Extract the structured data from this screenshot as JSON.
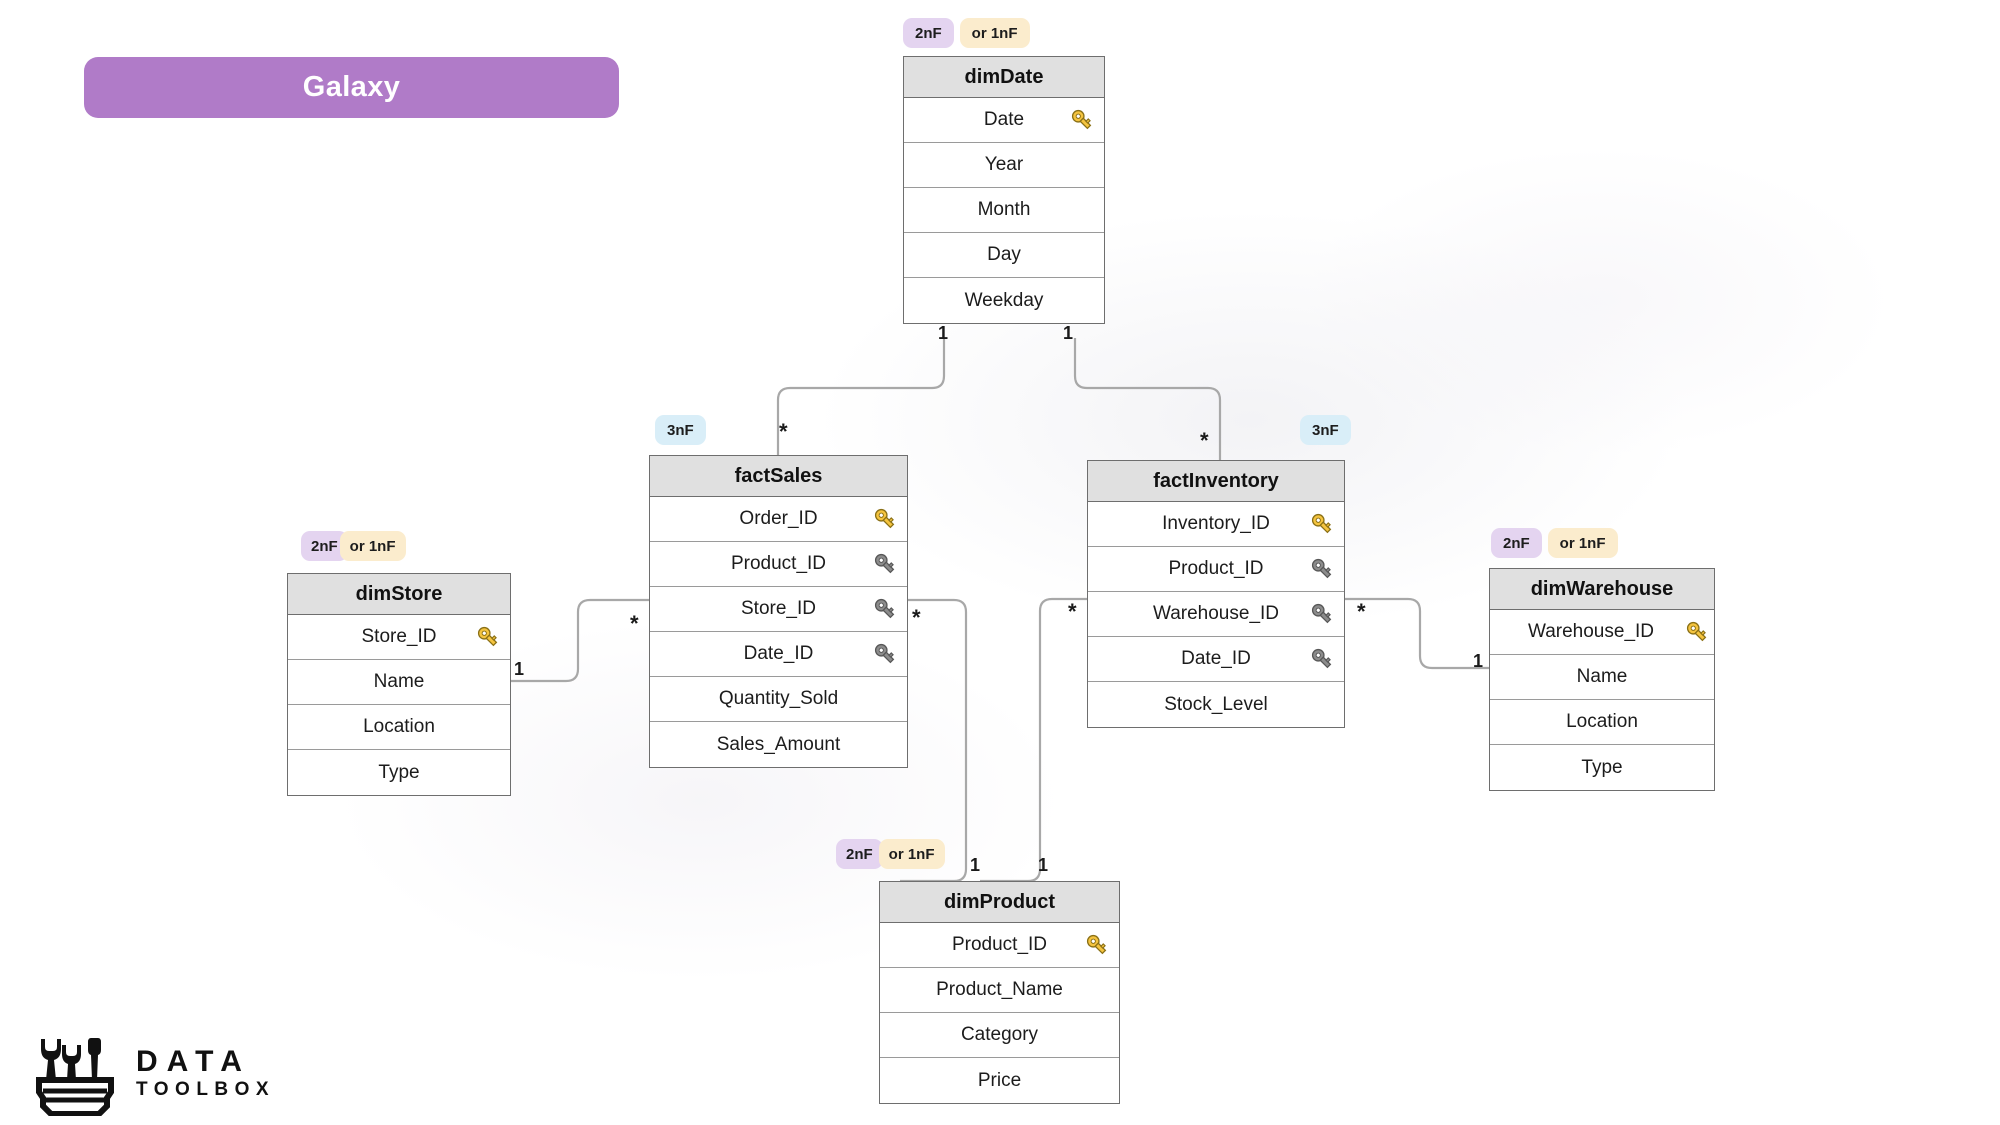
{
  "diagram": {
    "title": "Galaxy",
    "title_color": "#b07bc8",
    "kind": "galaxy-schema-erd"
  },
  "badges": {
    "second_nf": "2nF",
    "or_first_nf": "or 1nF",
    "third_nf": "3nF",
    "colors": {
      "second_nf": "#e4d4f0",
      "or_first_nf": "#fbeccd",
      "third_nf": "#d9eef8"
    }
  },
  "key_colors": {
    "primary": "#f5c43f",
    "foreign": "#8c8c8c"
  },
  "entities": {
    "dim_date": {
      "name": "dimDate",
      "badges": [
        "2nF",
        "or 1nF"
      ],
      "rows": [
        {
          "label": "Date",
          "key": "primary"
        },
        {
          "label": "Year",
          "key": "none"
        },
        {
          "label": "Month",
          "key": "none"
        },
        {
          "label": "Day",
          "key": "none"
        },
        {
          "label": "Weekday",
          "key": "none"
        }
      ]
    },
    "fact_sales": {
      "name": "factSales",
      "badges": [
        "3nF"
      ],
      "rows": [
        {
          "label": "Order_ID",
          "key": "primary"
        },
        {
          "label": "Product_ID",
          "key": "foreign"
        },
        {
          "label": "Store_ID",
          "key": "foreign"
        },
        {
          "label": "Date_ID",
          "key": "foreign"
        },
        {
          "label": "Quantity_Sold",
          "key": "none"
        },
        {
          "label": "Sales_Amount",
          "key": "none"
        }
      ]
    },
    "fact_inventory": {
      "name": "factInventory",
      "badges": [
        "3nF"
      ],
      "rows": [
        {
          "label": "Inventory_ID",
          "key": "primary"
        },
        {
          "label": "Product_ID",
          "key": "foreign"
        },
        {
          "label": "Warehouse_ID",
          "key": "foreign"
        },
        {
          "label": "Date_ID",
          "key": "foreign"
        },
        {
          "label": "Stock_Level",
          "key": "none"
        }
      ]
    },
    "dim_store": {
      "name": "dimStore",
      "badges": [
        "2nF",
        "or 1nF"
      ],
      "rows": [
        {
          "label": "Store_ID",
          "key": "primary"
        },
        {
          "label": "Name",
          "key": "none"
        },
        {
          "label": "Location",
          "key": "none"
        },
        {
          "label": "Type",
          "key": "none"
        }
      ]
    },
    "dim_warehouse": {
      "name": "dimWarehouse",
      "badges": [
        "2nF",
        "or 1nF"
      ],
      "rows": [
        {
          "label": "Warehouse_ID",
          "key": "primary"
        },
        {
          "label": "Name",
          "key": "none"
        },
        {
          "label": "Location",
          "key": "none"
        },
        {
          "label": "Type",
          "key": "none"
        }
      ]
    },
    "dim_product": {
      "name": "dimProduct",
      "badges": [
        "2nF",
        "or 1nF"
      ],
      "rows": [
        {
          "label": "Product_ID",
          "key": "primary"
        },
        {
          "label": "Product_Name",
          "key": "none"
        },
        {
          "label": "Category",
          "key": "none"
        },
        {
          "label": "Price",
          "key": "none"
        }
      ]
    }
  },
  "relationships": [
    {
      "from": "dimDate",
      "to": "factSales",
      "from_mult": "1",
      "to_mult": "*"
    },
    {
      "from": "dimDate",
      "to": "factInventory",
      "from_mult": "1",
      "to_mult": "*"
    },
    {
      "from": "dimStore",
      "to": "factSales",
      "from_mult": "1",
      "to_mult": "*"
    },
    {
      "from": "dimWarehouse",
      "to": "factInventory",
      "from_mult": "1",
      "to_mult": "*"
    },
    {
      "from": "dimProduct",
      "to": "factSales",
      "from_mult": "1",
      "to_mult": "*"
    },
    {
      "from": "dimProduct",
      "to": "factInventory",
      "from_mult": "1",
      "to_mult": "*"
    }
  ],
  "multiplicity_labels": {
    "date_to_sales_one": "1",
    "date_to_inventory_one": "1",
    "sales_from_date_many": "*",
    "inventory_from_date_many": "*",
    "store_one": "1",
    "sales_from_store_many": "*",
    "warehouse_one": "1",
    "inventory_from_warehouse_many": "*",
    "sales_to_product_many": "*",
    "inventory_to_product_many": "*",
    "product_from_sales_one": "1",
    "product_from_inventory_one": "1"
  },
  "logo": {
    "line1": "DATA",
    "line2": "TOOLBOX",
    "mark": "toolbox-icon"
  }
}
